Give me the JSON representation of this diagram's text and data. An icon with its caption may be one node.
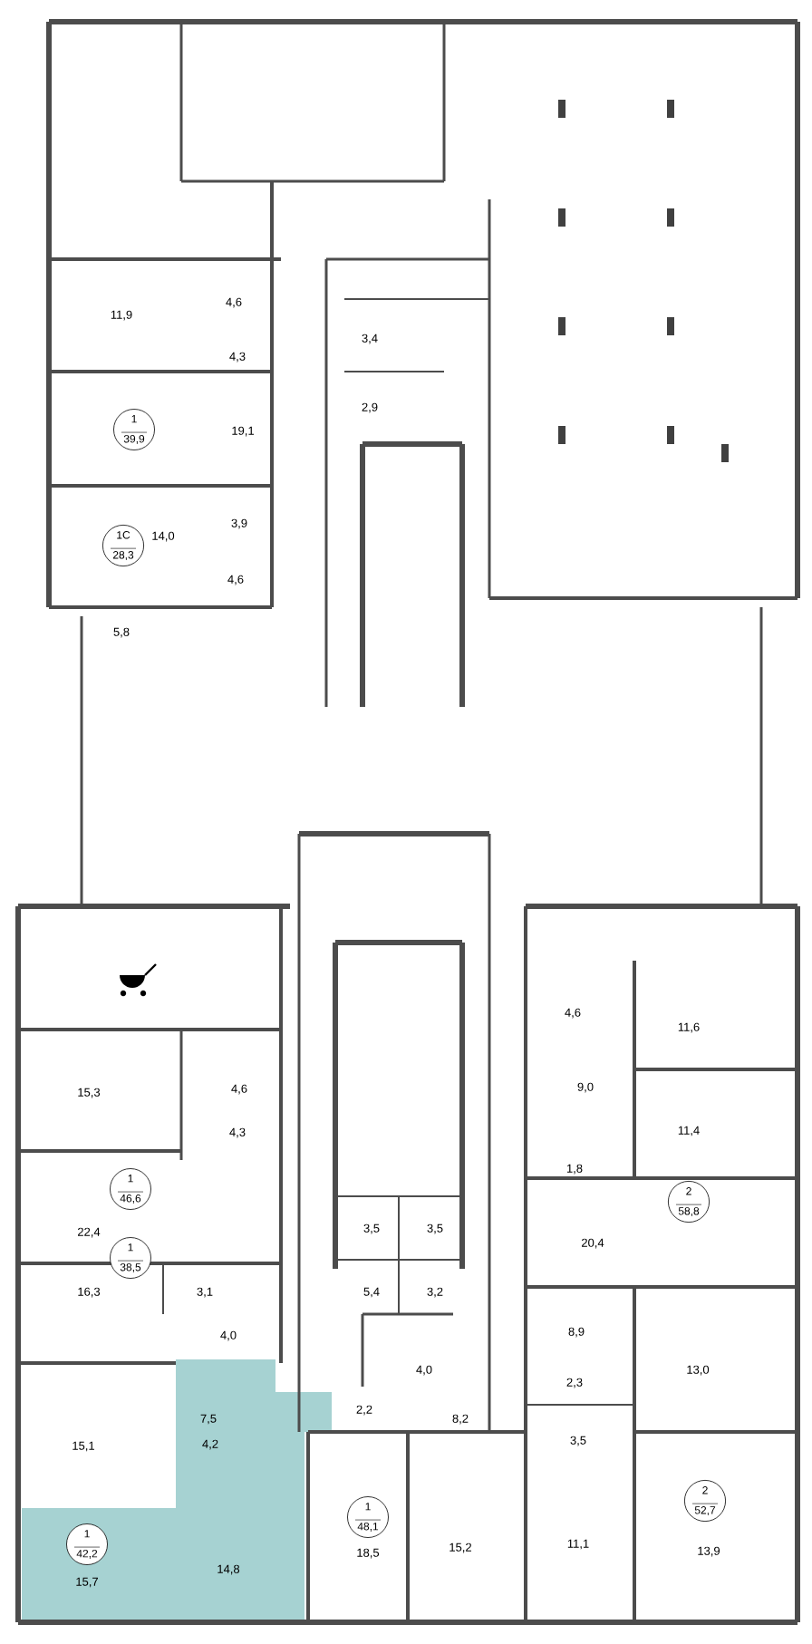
{
  "diagram": {
    "nodes": [
      {
        "text": [
          "1",
          "39,9"
        ]
      },
      {
        "text": [
          "1C",
          "28,3"
        ]
      },
      {
        "text": [
          "1",
          "46,6"
        ]
      },
      {
        "text": [
          "1",
          "38,5"
        ]
      },
      {
        "text": [
          "1",
          "42,2"
        ]
      },
      {
        "text": [
          "1",
          "48,1"
        ]
      },
      {
        "text": [
          "2",
          "58,8"
        ]
      },
      {
        "text": [
          "2",
          "52,7"
        ]
      }
    ],
    "labels": [
      "11,9",
      "4,6",
      "4,3",
      "3,4",
      "2,9",
      "19,1",
      "3,9",
      "14,0",
      "4,6",
      "5,8",
      "4,6",
      "11,6",
      "9,0",
      "15,3",
      "4,6",
      "4,3",
      "11,4",
      "1,8",
      "3,5",
      "3,5",
      "20,4",
      "22,4",
      "16,3",
      "3,1",
      "5,4",
      "3,2",
      "4,0",
      "8,9",
      "4,0",
      "13,0",
      "2,3",
      "7,5",
      "2,2",
      "8,2",
      "4,2",
      "3,5",
      "15,1",
      "14,8",
      "15,7",
      "18,5",
      "15,2",
      "11,1",
      "13,9"
    ]
  }
}
